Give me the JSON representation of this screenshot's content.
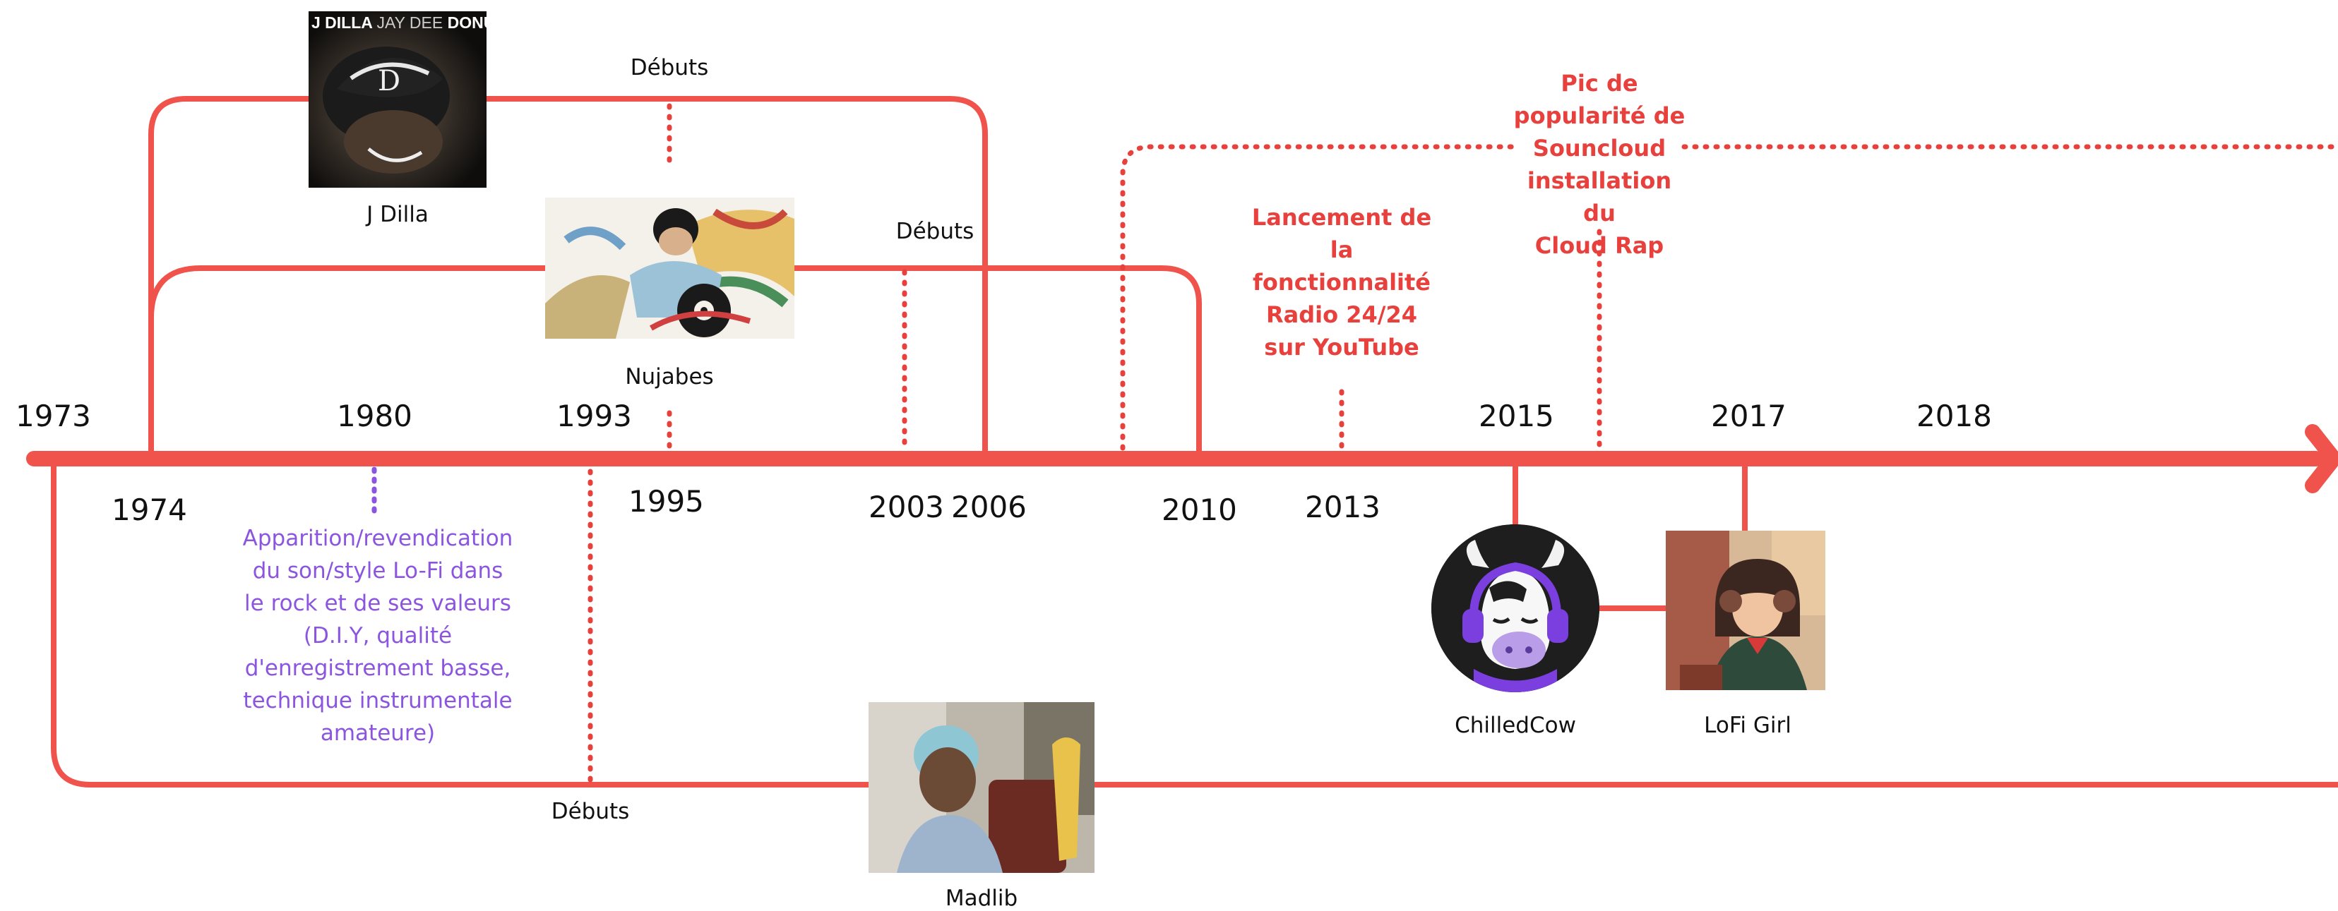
{
  "timeline": {
    "colors": {
      "line": "#f0524c",
      "accent": "#e8403c",
      "purple": "#8b55e0"
    },
    "years_above": [
      "1973",
      "1980",
      "1993",
      "2015",
      "2017",
      "2018"
    ],
    "years_below": [
      "1974",
      "1995",
      "2003",
      "2006",
      "2010",
      "2013"
    ]
  },
  "events": {
    "debuts_dilla": "Débuts",
    "debuts_nujabes": "Débuts",
    "debuts_madlib": "Débuts",
    "youtube_radio": [
      "Lancement de",
      "la",
      "fonctionnalité",
      "Radio 24/24",
      "sur YouTube"
    ],
    "soundcloud_peak": [
      "Pic de",
      "popularité de",
      "Souncloud",
      "installation du",
      "Cloud Rap"
    ],
    "lofi_origin": [
      "Apparition/revendication",
      "du son/style Lo-Fi dans",
      "le rock et de ses valeurs",
      "(D.I.Y, qualité",
      "d'enregistrement basse,",
      "technique instrumentale",
      "amateure)"
    ]
  },
  "artists": {
    "jdilla": {
      "name": "J Dilla",
      "cover_text": [
        "J DILLA",
        "JAY DEE",
        "DONUTS"
      ],
      "icon": "album-cover"
    },
    "nujabes": {
      "name": "Nujabes",
      "icon": "artist-photo"
    },
    "madlib": {
      "name": "Madlib",
      "icon": "artist-photo"
    },
    "chilledcow": {
      "name": "ChilledCow",
      "icon": "cow-headphones-logo"
    },
    "lofigirl": {
      "name": "LoFi Girl",
      "icon": "lofi-girl-illustration"
    }
  }
}
